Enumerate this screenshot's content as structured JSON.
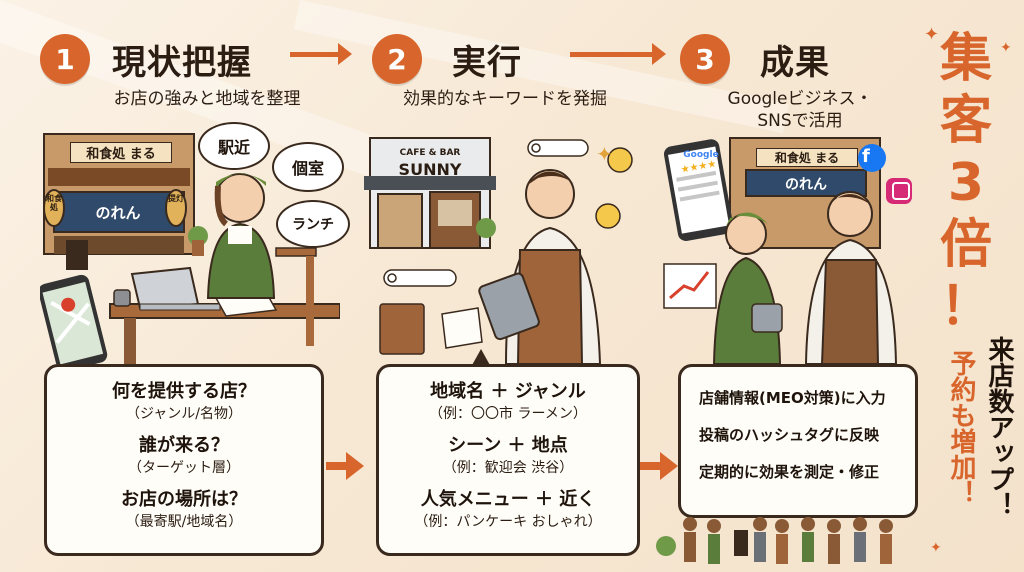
{
  "steps": [
    {
      "number": "1",
      "title": "現状把握",
      "subtitle": "お店の強みと地域を整理"
    },
    {
      "number": "2",
      "title": "実行",
      "subtitle": "効果的なキーワードを発掘"
    },
    {
      "number": "3",
      "title": "成果",
      "subtitle_line1": "Googleビジネス・",
      "subtitle_line2": "SNSで活用"
    }
  ],
  "scene1": {
    "shop_sign": "和食処 まる",
    "noren": "のれん",
    "lantern_left": "和食処",
    "lantern_right": "提灯",
    "bubbles": [
      "駅近",
      "個室",
      "ランチ"
    ]
  },
  "scene2": {
    "cafe_sign_small": "CAFE & BAR",
    "cafe_sign": "SUNNY"
  },
  "scene3": {
    "shop_sign": "和食処 まる",
    "noren": "のれん",
    "google_text": "Google"
  },
  "box1": [
    {
      "main": "何を提供する店？",
      "sub": "（ジャンル/名物）"
    },
    {
      "main": "誰が来る？",
      "sub": "（ターゲット層）"
    },
    {
      "main": "お店の場所は？",
      "sub": "（最寄駅/地域名）"
    }
  ],
  "box2": [
    {
      "main": "地域名 ＋ ジャンル",
      "sub": "（例：〇〇市 ラーメン）"
    },
    {
      "main": "シーン ＋ 地点",
      "sub": "（例：歓迎会 渋谷）"
    },
    {
      "main": "人気メニュー ＋ 近く",
      "sub": "（例：パンケーキ おしゃれ）"
    }
  ],
  "box3": [
    "店舗情報(MEO対策)に入力",
    "投稿のハッシュタグに反映",
    "定期的に効果を測定・修正"
  ],
  "side": {
    "title_chars": [
      "集",
      "客",
      "3",
      "倍",
      "！"
    ],
    "sub_col1": "来店数アップ！",
    "sub_col2": "予約も増加！"
  },
  "colors": {
    "accent": "#d8662c",
    "ink": "#2b1d12",
    "green": "#5a7d3c",
    "brown": "#8a5a36"
  }
}
